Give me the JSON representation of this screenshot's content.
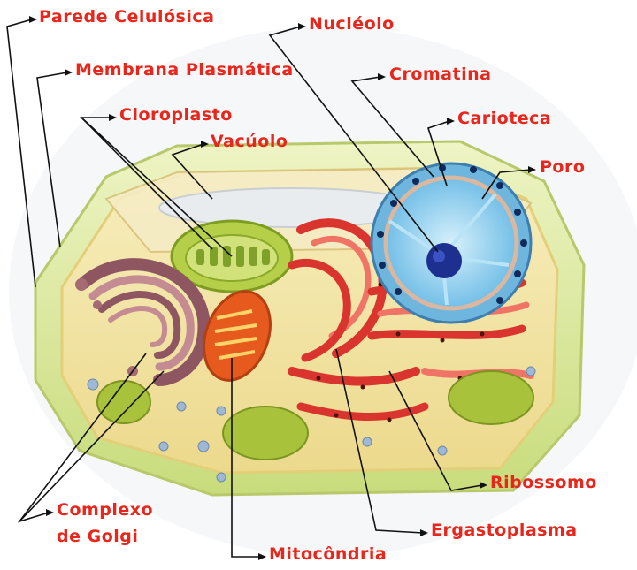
{
  "colors": {
    "label": "#e8261c",
    "leader": "#111111",
    "cell_wall": "#d9e79a",
    "cytoplasm": "#f2e7a8",
    "nucleus": "#7cc9ec",
    "golgi": "#a56a73",
    "mitochondria": "#e2661b",
    "er": "#d8413c",
    "chloroplast": "#a8c83a"
  },
  "labels": {
    "parede": "Parede Celulósica",
    "membrana": "Membrana Plasmática",
    "cloroplasto": "Cloroplasto",
    "vacuolo": "Vacúolo",
    "nucleolo": "Nucléolo",
    "cromatina": "Cromatina",
    "carioteca": "Carioteca",
    "poro": "Poro",
    "complexo_golgi_1": "Complexo",
    "complexo_golgi_2": "de Golgi",
    "mitocondria": "Mitocôndria",
    "ribossomo": "Ribossomo",
    "ergastoplasma": "Ergastoplasma"
  }
}
